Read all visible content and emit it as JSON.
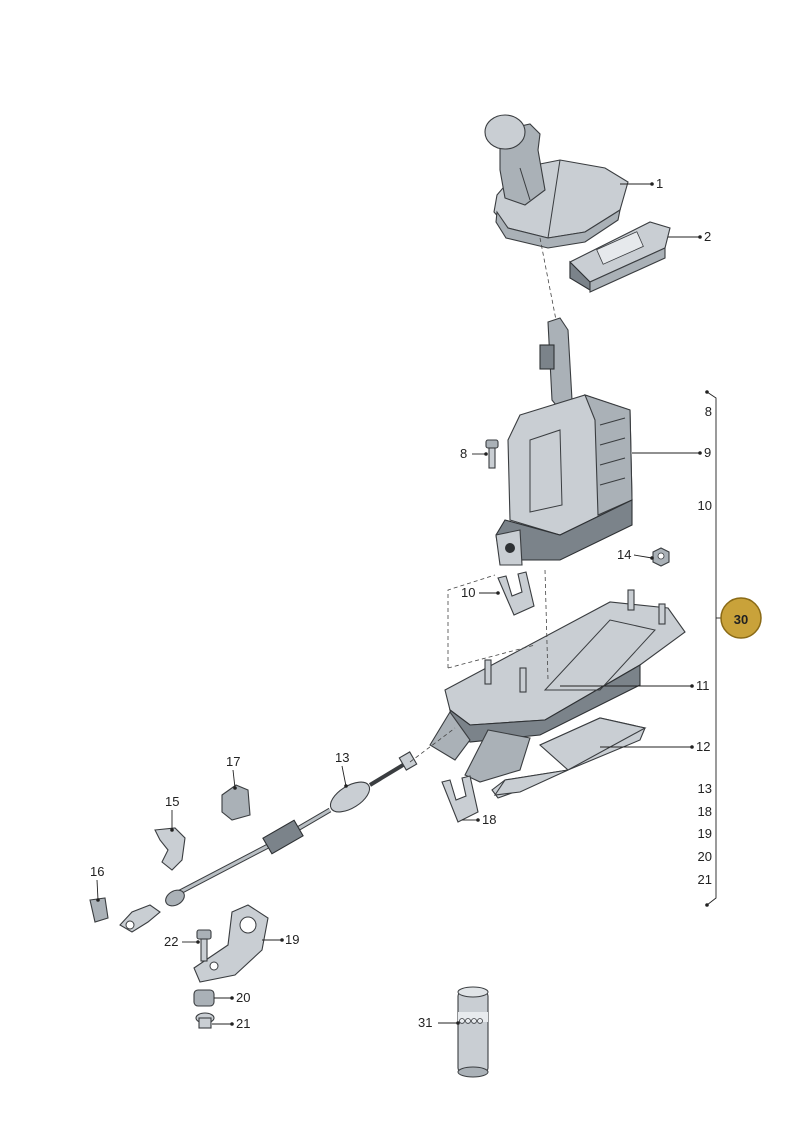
{
  "callouts": {
    "c1": "1",
    "c2": "2",
    "c8a": "8",
    "c9": "9",
    "c10a": "10",
    "c14": "14",
    "c11": "11",
    "c12": "12",
    "c13": "13",
    "c17": "17",
    "c15": "15",
    "c16": "16",
    "c18": "18",
    "c19": "19",
    "c22": "22",
    "c20": "20",
    "c21": "21",
    "c31": "31"
  },
  "group": {
    "badge": "30",
    "items": [
      "8",
      "10",
      "13",
      "18",
      "19",
      "20",
      "21"
    ]
  },
  "colors": {
    "badge_fill": "#c9a23a",
    "badge_ring": "#8a6a16",
    "badge_text": "#ffffff",
    "line": "#222222"
  }
}
